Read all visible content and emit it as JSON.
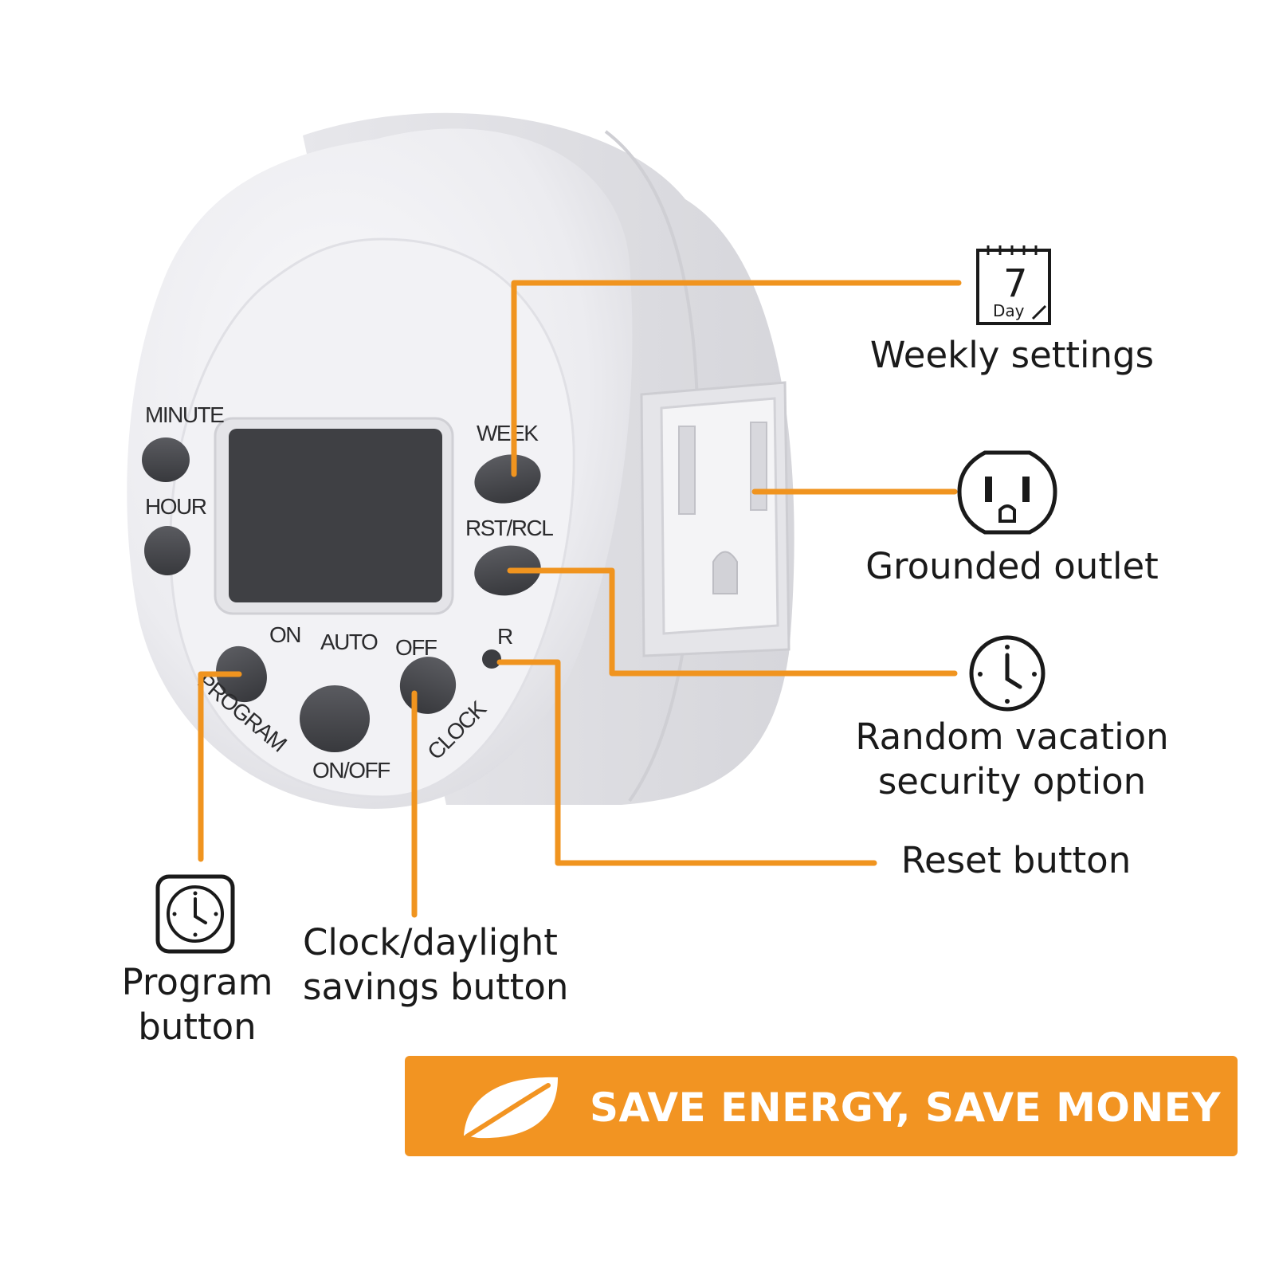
{
  "colors": {
    "accent": "#f0941f",
    "banner": "#f29422",
    "device_body": "#eeeef2",
    "button": "#4b4c50",
    "lcd": "#3f4044",
    "text": "#1a1a1a"
  },
  "device": {
    "buttons": {
      "minute": "MINUTE",
      "hour": "HOUR",
      "week": "WEEK",
      "rst_rcl": "RST/RCL",
      "on": "ON",
      "auto": "AUTO",
      "off": "OFF",
      "reset": "R",
      "program": "PROGRAM",
      "on_off": "ON/OFF",
      "clock": "CLOCK"
    }
  },
  "icons": {
    "calendar": "calendar-7-day-icon",
    "calendar_number": "7",
    "calendar_label": "Day",
    "outlet": "outlet-icon",
    "clock": "clock-icon",
    "program": "program-clock-icon",
    "leaf": "leaf-icon"
  },
  "callouts": {
    "weekly": "Weekly settings",
    "grounded": "Grounded outlet",
    "random_line1": "Random vacation",
    "random_line2": "security option",
    "reset": "Reset button",
    "program_line1": "Program",
    "program_line2": "button",
    "clock_line1": "Clock/daylight",
    "clock_line2": "savings button"
  },
  "banner": {
    "text": "SAVE ENERGY, SAVE MONEY"
  }
}
